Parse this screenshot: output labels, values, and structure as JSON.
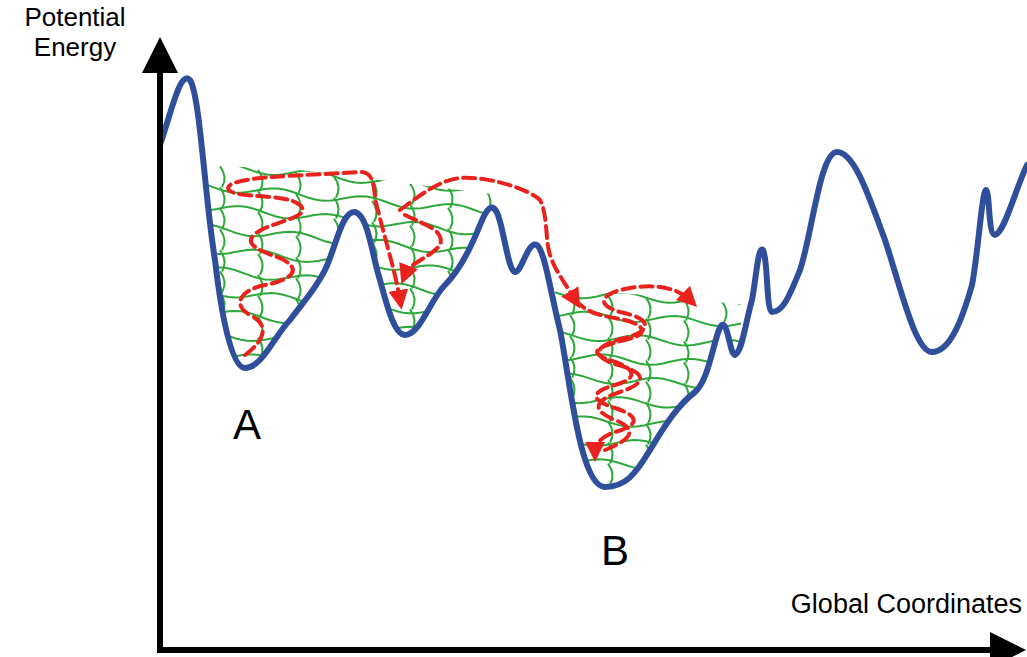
{
  "diagram": {
    "labels": [
      "Potential Energy",
      "Global Coordinates",
      "A",
      "B"
    ]
  }
}
